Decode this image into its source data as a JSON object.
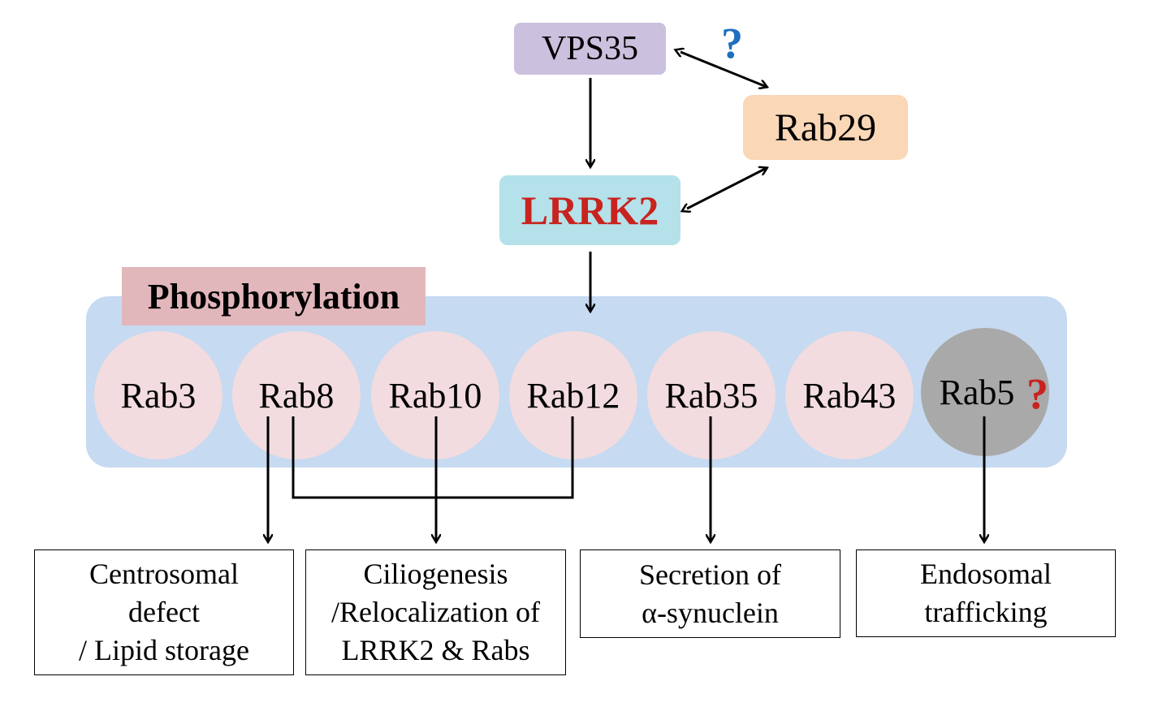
{
  "nodes": {
    "vps35": "VPS35",
    "rab29": "Rab29",
    "lrrk2": "LRRK2"
  },
  "question_marks": {
    "vps35_rab29": "?",
    "rab5": "?"
  },
  "phosphorylation_label": "Phosphorylation",
  "rabs": [
    {
      "label": "Rab3"
    },
    {
      "label": "Rab8"
    },
    {
      "label": "Rab10"
    },
    {
      "label": "Rab12"
    },
    {
      "label": "Rab35"
    },
    {
      "label": "Rab43"
    },
    {
      "label": "Rab5"
    }
  ],
  "outcomes": [
    {
      "lines": [
        "Centrosomal",
        "defect",
        "/ Lipid storage"
      ]
    },
    {
      "lines": [
        "Ciliogenesis",
        "/Relocalization of",
        "LRRK2 & Rabs"
      ]
    },
    {
      "lines": [
        "Secretion of",
        "α-synuclein"
      ]
    },
    {
      "lines": [
        "Endosomal",
        "trafficking"
      ]
    }
  ],
  "colors": {
    "vps35_fill": "#cbc0de",
    "rab29_fill": "#fad7b6",
    "lrrk2_fill": "#b4e1ea",
    "lrrk2_text": "#c8231e",
    "panel_fill": "#c6daf1",
    "phosphorylation_fill": "#e2b7bb",
    "rab_circle_fill": "#f2dcdf",
    "rab5_fill": "#a9a9a9",
    "blue_question": "#1f6fbf",
    "red_question": "#c8231e"
  }
}
